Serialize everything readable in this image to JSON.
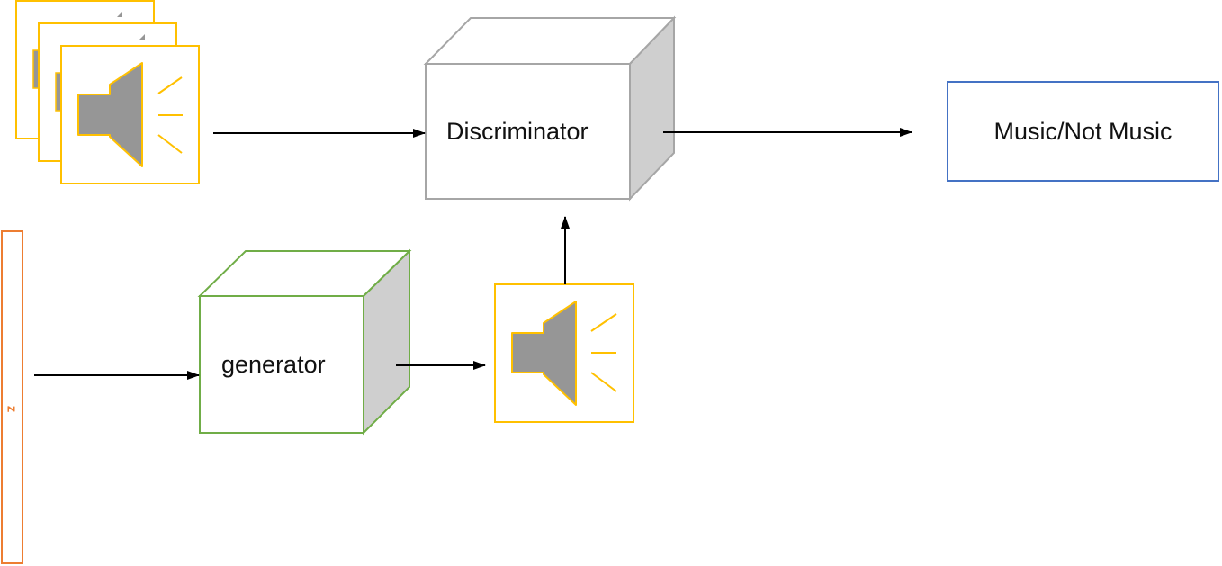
{
  "discriminator": {
    "label": "Discriminator"
  },
  "generator": {
    "label": "generator"
  },
  "output": {
    "label": "Music/Not Music"
  },
  "noise": {
    "label": "z"
  },
  "icons": {
    "real_samples": "speaker-icon",
    "generated_sample": "speaker-icon"
  },
  "colors": {
    "speaker_frame": "#ffc000",
    "speaker_fill": "#969696",
    "generator_border": "#70ad47",
    "discriminator_border": "#a6a6a6",
    "cube_side": "#cfcfcf",
    "output_border": "#4472c4",
    "noise_border": "#ed7d31",
    "arrow": "#000000"
  }
}
